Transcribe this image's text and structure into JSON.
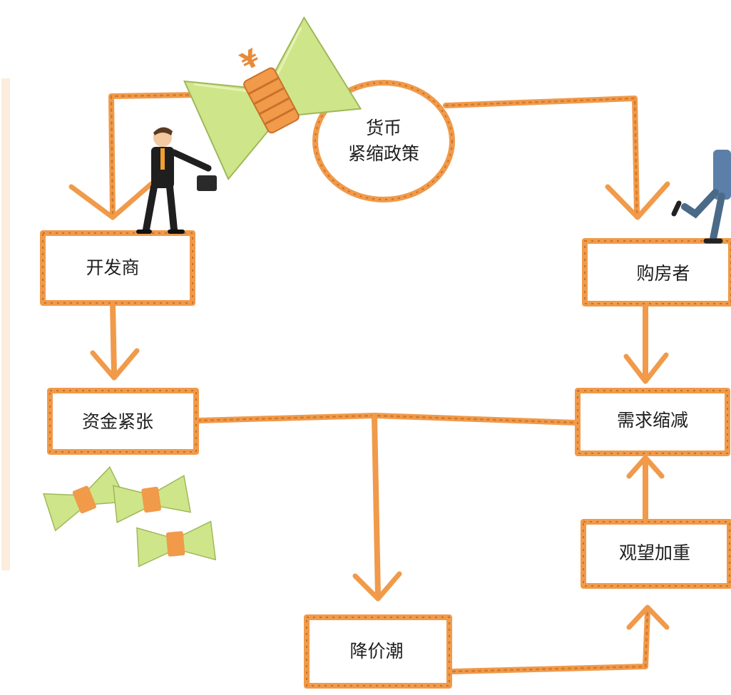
{
  "policy": {
    "line1": "货币",
    "line2": "紧缩政策"
  },
  "nodes": {
    "developer": "开发商",
    "buyer": "购房者",
    "funds_tight": "资金紧张",
    "demand_down": "需求缩减",
    "wait_and_see": "观望加重",
    "price_cut": "降价潮"
  },
  "icons": {
    "money": "yuan-money-bundle-icon",
    "businessman": "businessman-with-briefcase-icon",
    "buyer_figure": "walking-person-icon"
  },
  "colors": {
    "rope": "#f09a4a",
    "rope_shade": "#c9712a",
    "money_green": "#cfe58a",
    "text": "#1e1e1e"
  }
}
